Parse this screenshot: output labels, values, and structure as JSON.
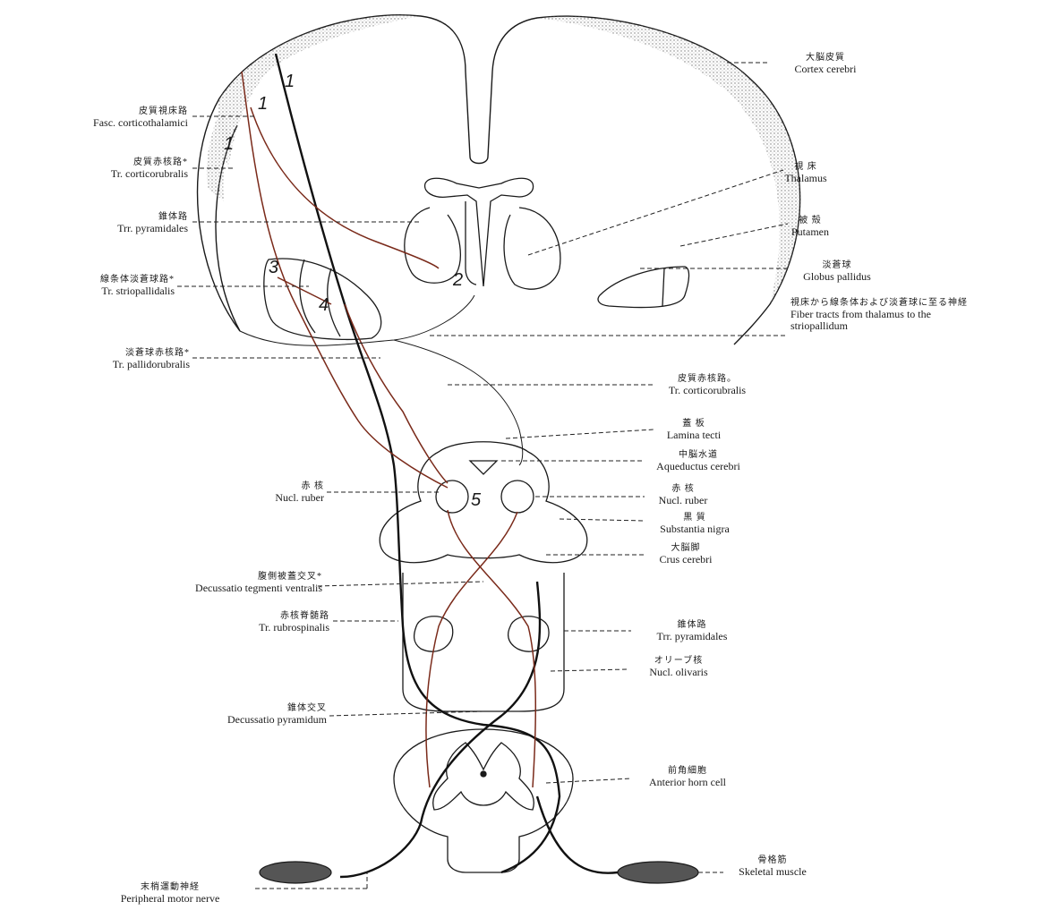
{
  "labels": {
    "cortex": {
      "jp": "大脳皮質",
      "en": "Cortex cerebri"
    },
    "fasc_corticothalamici": {
      "jp": "皮質視床路",
      "en": "Fasc. corticothalamici"
    },
    "tr_corticorubralis_top": {
      "jp": "皮質赤核路*",
      "en": "Tr. corticorubralis"
    },
    "thalamus": {
      "jp": "視 床",
      "en": "Thalamus"
    },
    "trr_pyramidales_top": {
      "jp": "錐体路",
      "en": "Trr. pyramidales"
    },
    "putamen": {
      "jp": "被 殻",
      "en": "Putamen"
    },
    "globus_pallidus": {
      "jp": "淡蒼球",
      "en": "Globus pallidus"
    },
    "tr_striopallidalis": {
      "jp": "線条体淡蒼球路*",
      "en": "Tr. striopallidalis"
    },
    "fiber_tracts": {
      "jp": "視床から線条体および淡蒼球に至る神経",
      "en1": "Fiber tracts from thalamus to the",
      "en2": "striopallidum"
    },
    "tr_pallidorubralis": {
      "jp": "淡蒼球赤核路*",
      "en": "Tr. pallidorubralis"
    },
    "tr_corticorubralis_mid": {
      "jp": "皮質赤核路。",
      "en": "Tr. corticorubralis"
    },
    "lamina_tecti": {
      "jp": "蓋 板",
      "en": "Lamina tecti"
    },
    "aqueductus": {
      "jp": "中脳水道",
      "en": "Aqueductus cerebri"
    },
    "nucl_ruber_left": {
      "jp": "赤 核",
      "en": "Nucl. ruber"
    },
    "nucl_ruber_right": {
      "jp": "赤 核",
      "en": "Nucl. ruber"
    },
    "substantia_nigra": {
      "jp": "黒 質",
      "en": "Substantia nigra"
    },
    "crus_cerebri": {
      "jp": "大脳脚",
      "en": "Crus cerebri"
    },
    "decussatio_tegmenti": {
      "jp": "腹側被蓋交叉*",
      "en": "Decussatio tegmenti ventralis"
    },
    "tr_rubrospinalis": {
      "jp": "赤核脊髄路",
      "en": "Tr. rubrospinalis"
    },
    "trr_pyramidales_low": {
      "jp": "錐体路",
      "en": "Trr. pyramidales"
    },
    "nucl_olivaris": {
      "jp": "オリーブ核",
      "en": "Nucl. olivaris"
    },
    "decussatio_pyramidum": {
      "jp": "錐体交叉",
      "en": "Decussatio pyramidum"
    },
    "anterior_horn": {
      "jp": "前角細胞",
      "en": "Anterior horn cell"
    },
    "skeletal_muscle": {
      "jp": "骨格筋",
      "en": "Skeletal muscle"
    },
    "peripheral_nerve": {
      "jp": "末梢運動神経",
      "en": "Peripheral motor nerve"
    }
  },
  "numbers": {
    "n1a": "1",
    "n1b": "1",
    "n1c": "1",
    "n2": "2",
    "n3": "3",
    "n4": "4",
    "n5": "5"
  },
  "colors": {
    "tract_black": "#111111",
    "tract_brown": "#7a2a1a",
    "stipple": "#9a9a9a",
    "leader": "#222222"
  }
}
